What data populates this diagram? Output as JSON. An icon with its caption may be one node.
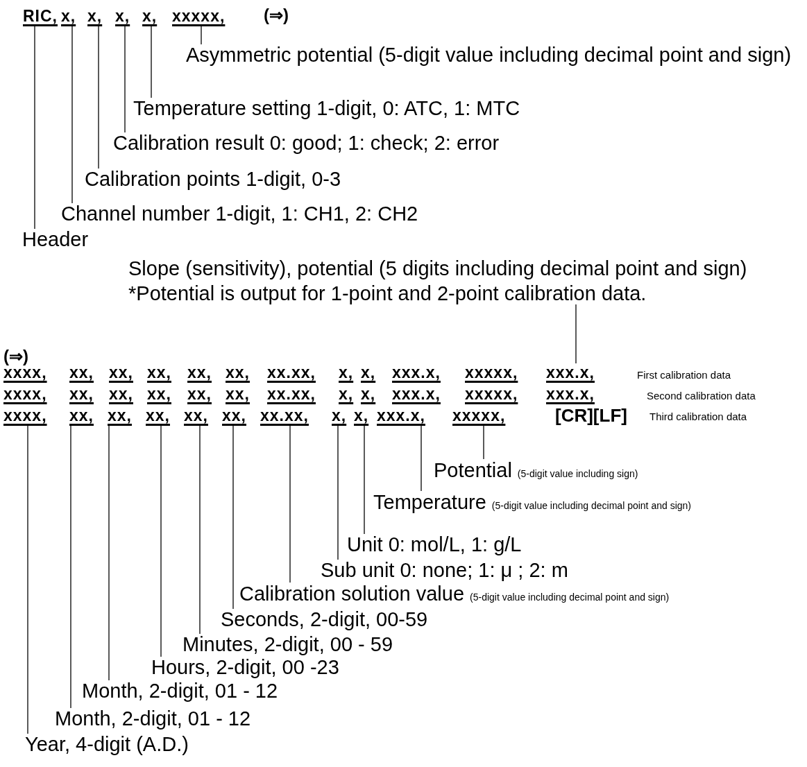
{
  "diagram": {
    "nodes": [
      {
        "text": [
          "RIC,"
        ]
      },
      {
        "text": [
          "x,"
        ]
      },
      {
        "text": [
          "x,"
        ]
      },
      {
        "text": [
          "x,"
        ]
      },
      {
        "text": [
          "x,"
        ]
      },
      {
        "text": [
          "xxxxx,"
        ]
      },
      {
        "text": [
          "Asymmetric potential (5-digit value including decimal point and sign)"
        ]
      },
      {
        "text": [
          "Temperature setting 1-digit, 0: ATC, 1: MTC"
        ]
      },
      {
        "text": [
          "Calibration result 0: good; 1: check; 2: error"
        ]
      },
      {
        "text": [
          "Calibration points 1-digit, 0-3"
        ]
      },
      {
        "text": [
          "Channel number 1-digit, 1: CH1, 2: CH2"
        ]
      },
      {
        "text": [
          "Header"
        ]
      },
      {
        "text": [
          "Slope (sensitivity), potential (5 digits including decimal point and sign)",
          "*Potential is output for 1-point and 2-point calibration data."
        ]
      },
      {
        "text": [
          "xxx.x,"
        ]
      },
      {
        "text": [
          "xxxx,"
        ]
      },
      {
        "text": [
          "xx,"
        ]
      },
      {
        "text": [
          "xx,"
        ]
      },
      {
        "text": [
          "xx,"
        ]
      },
      {
        "text": [
          "xx,"
        ]
      },
      {
        "text": [
          "xx,"
        ]
      },
      {
        "text": [
          "xx.xx,"
        ]
      },
      {
        "text": [
          "x,"
        ]
      },
      {
        "text": [
          "x,"
        ]
      },
      {
        "text": [
          "xxx.x,"
        ]
      },
      {
        "text": [
          "xxxxx,"
        ]
      },
      {
        "text": [
          "Potential",
          "(5-digit value including sign)"
        ]
      },
      {
        "text": [
          "Temperature",
          "(5-digit value including decimal point and sign)"
        ]
      },
      {
        "text": [
          "Unit 0: mol/L, 1: g/L"
        ]
      },
      {
        "text": [
          "Sub unit 0: none; 1:  μ ; 2: m"
        ]
      },
      {
        "text": [
          "Calibration solution value",
          "(5-digit value including decimal point and sign)"
        ]
      },
      {
        "text": [
          "Seconds, 2-digit, 00-59"
        ]
      },
      {
        "text": [
          "Minutes, 2-digit, 00 - 59"
        ]
      },
      {
        "text": [
          "Hours, 2-digit, 00 -23"
        ]
      },
      {
        "text": [
          "Month, 2-digit, 01 - 12"
        ]
      },
      {
        "text": [
          "Month, 2-digit, 01 - 12"
        ]
      },
      {
        "text": [
          "Year, 4-digit (A.D.)"
        ]
      }
    ],
    "edges": [
      {
        "from": 11,
        "to": 0,
        "arrow": "none"
      },
      {
        "from": 10,
        "to": 1,
        "arrow": "none"
      },
      {
        "from": 9,
        "to": 2,
        "arrow": "none"
      },
      {
        "from": 8,
        "to": 3,
        "arrow": "none"
      },
      {
        "from": 7,
        "to": 4,
        "arrow": "none"
      },
      {
        "from": 6,
        "to": 5,
        "arrow": "none"
      },
      {
        "from": 12,
        "to": 13,
        "arrow": "none"
      },
      {
        "from": 35,
        "to": 14,
        "arrow": "none"
      },
      {
        "from": 34,
        "to": 15,
        "arrow": "none"
      },
      {
        "from": 33,
        "to": 16,
        "arrow": "none"
      },
      {
        "from": 32,
        "to": 17,
        "arrow": "none"
      },
      {
        "from": 31,
        "to": 18,
        "arrow": "none"
      },
      {
        "from": 30,
        "to": 19,
        "arrow": "none"
      },
      {
        "from": 29,
        "to": 20,
        "arrow": "none"
      },
      {
        "from": 28,
        "to": 21,
        "arrow": "none"
      },
      {
        "from": 27,
        "to": 22,
        "arrow": "none"
      },
      {
        "from": 26,
        "to": 23,
        "arrow": "none"
      },
      {
        "from": 25,
        "to": 24,
        "arrow": "none"
      }
    ],
    "labels": [
      "(⇒)",
      "(⇒)",
      "xxxx,",
      "xx,",
      "xx,",
      "xx,",
      "xx,",
      "xx,",
      "xx.xx,",
      "x,",
      "x,",
      "xxx.x,",
      "xxxxx,",
      "First calibration data",
      "xxxx,",
      "xx,",
      "xx,",
      "xx,",
      "xx,",
      "xx,",
      "xx.xx,",
      "x,",
      "x,",
      "xxx.x,",
      "xxxxx,",
      "xxx.x,",
      "Second calibration data",
      "[CR][LF]",
      "Third calibration data"
    ]
  }
}
